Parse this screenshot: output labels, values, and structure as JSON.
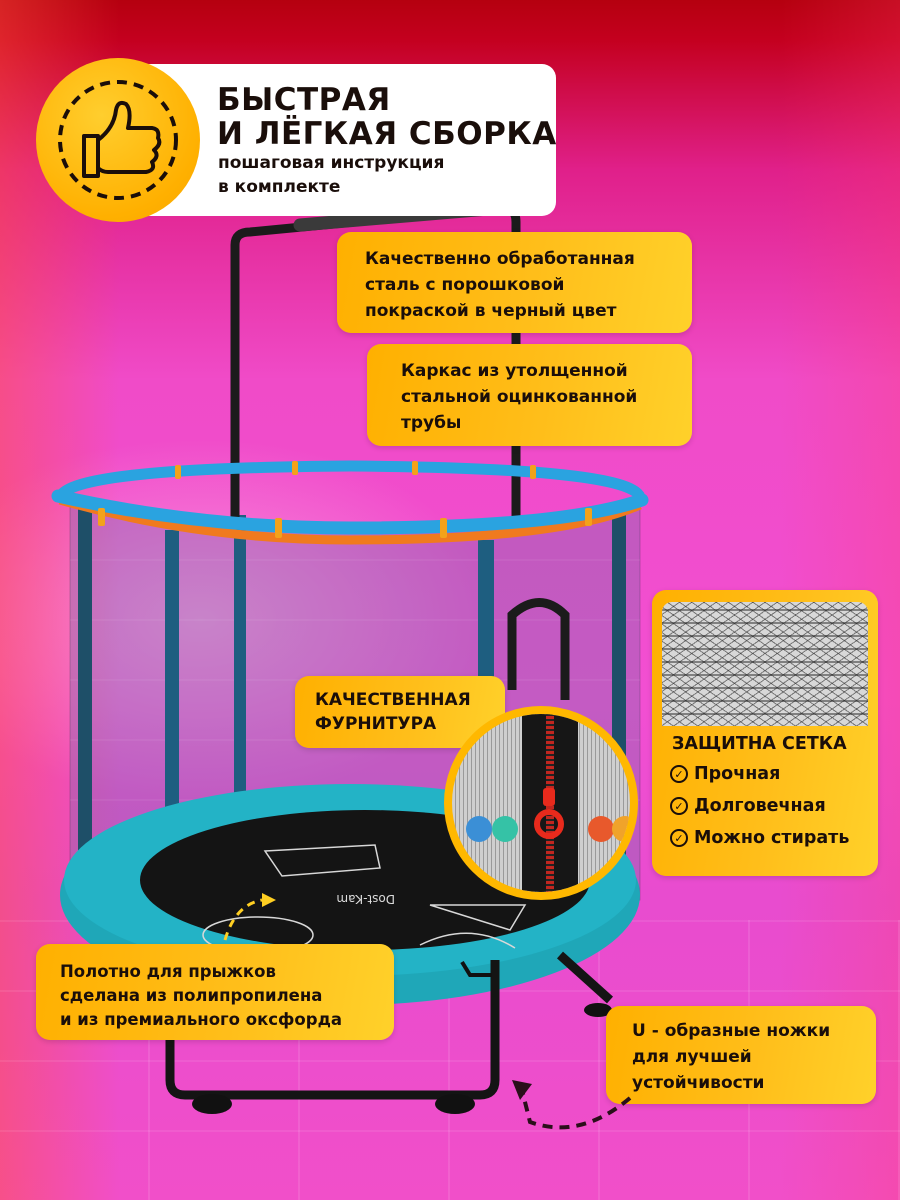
{
  "header": {
    "badge_icon": "thumbs-up-icon",
    "title_line1": "БЫСТРАЯ",
    "title_line2": "И ЛЁГКАЯ СБОРКА",
    "subtitle_line1": "пошаговая инструкция",
    "subtitle_line2": "в комплекте"
  },
  "callouts": {
    "steel": {
      "lines": [
        "Качественно обработанная",
        "сталь с порошковой",
        "покраской в черный цвет"
      ]
    },
    "frame": {
      "lines": [
        "Каркас из утолщенной",
        "стальной оцинкованной",
        "трубы"
      ]
    },
    "hardware": {
      "lines": [
        "КАЧЕСТВЕННАЯ",
        "ФУРНИТУРА"
      ]
    },
    "mat": {
      "lines": [
        "Полотно для прыжков",
        "сделана из полипропилена",
        "и из премиального оксфорда"
      ]
    },
    "legs": {
      "lines": [
        "U - образные ножки",
        "для лучшей",
        "устойчивости"
      ]
    }
  },
  "net_card": {
    "title": "ЗАЩИТНА СЕТКА",
    "items": [
      {
        "icon": "check-circle-icon",
        "label": "Прочная"
      },
      {
        "icon": "check-circle-icon",
        "label": "Долговечная"
      },
      {
        "icon": "check-circle-icon",
        "label": "Можно стирать"
      }
    ]
  },
  "mat_print": {
    "brand": "Dost-Kam"
  },
  "colors": {
    "accent_yellow": "#ffb800",
    "text_dark": "#1a0e0a",
    "bg_top_red": "#b5000f",
    "bg_pink": "#f24fd2",
    "pad_blue": "#2aa3e0",
    "trim_orange": "#f07a1e",
    "mat_teal": "#1fa7b8"
  }
}
